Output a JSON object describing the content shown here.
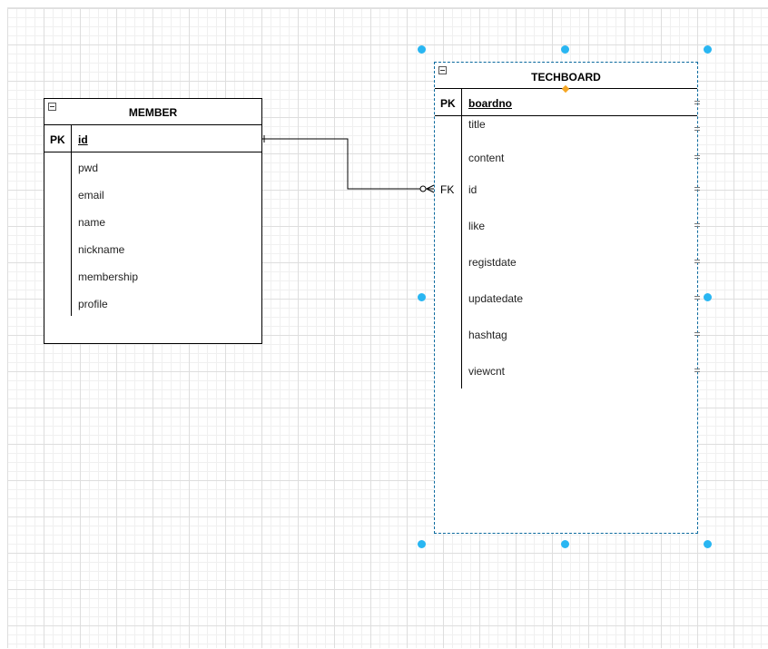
{
  "member": {
    "title": "MEMBER",
    "pk_label": "PK",
    "pk_field": "id",
    "fields": [
      "pwd",
      "email",
      "name",
      "nickname",
      "membership",
      "profile"
    ]
  },
  "techboard": {
    "title": "TECHBOARD",
    "pk_label": "PK",
    "pk_field": "boardno",
    "fk_label": "FK",
    "fields": [
      "title",
      "content",
      "id",
      "like",
      "registdate",
      "updatedate",
      "hashtag",
      "viewcnt"
    ]
  },
  "relationship": {
    "from": "MEMBER.id",
    "to": "TECHBOARD.id",
    "from_cardinality": "one",
    "to_cardinality": "zero-or-many"
  },
  "colors": {
    "selection_handle": "#29b6f2",
    "selection_border": "#0b6a9e",
    "anchor_diamond": "#f5a623"
  }
}
